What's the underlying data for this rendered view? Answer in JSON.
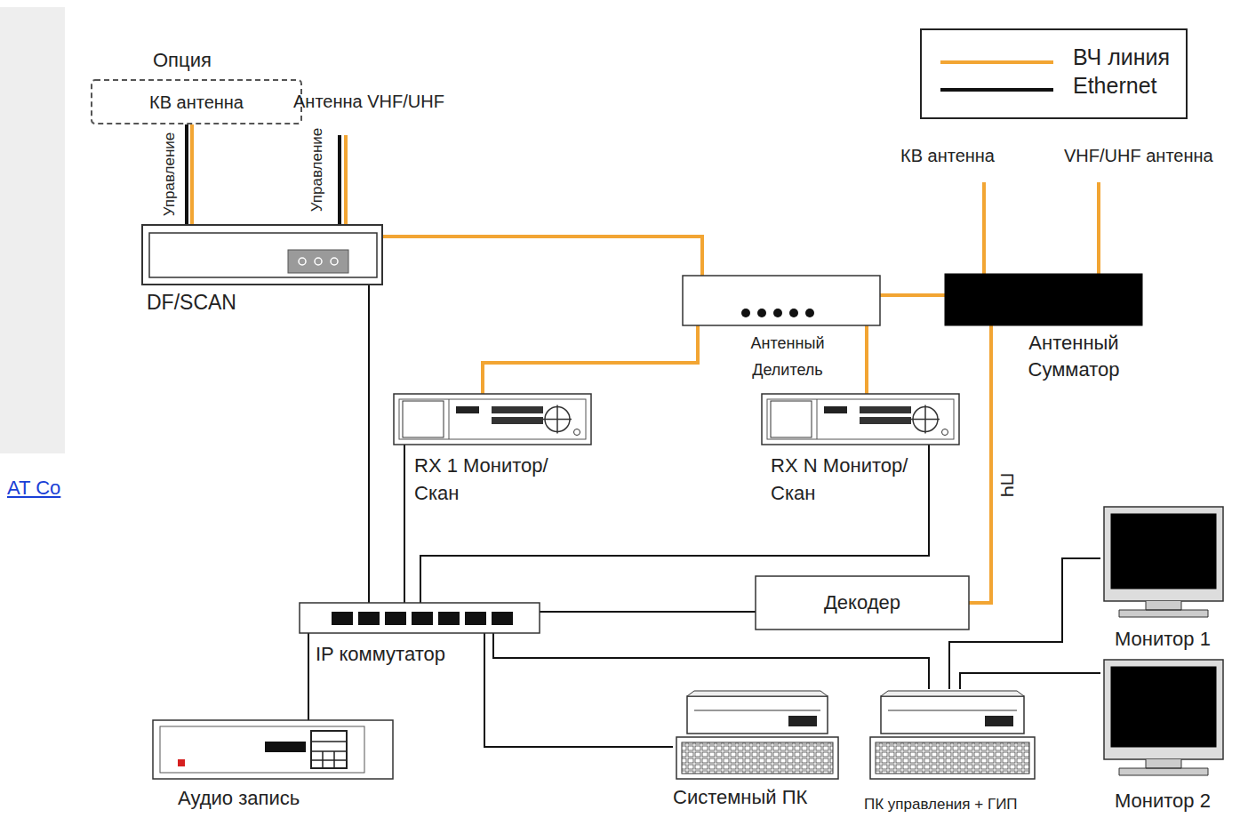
{
  "diagram": {
    "nodes": [
      {
        "text": [
          "Опция",
          "КВ антенна"
        ]
      },
      {
        "text": [
          "DF/SCAN"
        ]
      },
      {
        "text": [
          "Антенный Делитель"
        ]
      },
      {
        "text": [
          "Антенный Сумматор"
        ]
      },
      {
        "text": [
          "RX 1 Монитор/Скан"
        ]
      },
      {
        "text": [
          "RX N Монитор/Скан"
        ]
      },
      {
        "text": [
          "Декодер"
        ]
      },
      {
        "text": [
          "IP коммутатор"
        ]
      },
      {
        "text": [
          "Аудио запись"
        ]
      },
      {
        "text": [
          "Системный ПК"
        ]
      },
      {
        "text": [
          "ПК управления + ГИП"
        ]
      },
      {
        "text": [
          "Монитор 1"
        ]
      },
      {
        "text": [
          "Монитор 2"
        ]
      }
    ],
    "edges": [
      {
        "from": 0,
        "to": 1,
        "arrow": "none"
      },
      {
        "from": 1,
        "to": 2,
        "arrow": "none"
      },
      {
        "from": 2,
        "to": 3,
        "arrow": "none"
      },
      {
        "from": 2,
        "to": 4,
        "arrow": "none"
      },
      {
        "from": 2,
        "to": 5,
        "arrow": "none"
      },
      {
        "from": 3,
        "to": 6,
        "label": "ПЧ",
        "arrow": "none"
      },
      {
        "from": 1,
        "to": 7,
        "arrow": "none"
      },
      {
        "from": 4,
        "to": 7,
        "arrow": "none"
      },
      {
        "from": 5,
        "to": 7,
        "arrow": "none"
      },
      {
        "from": 6,
        "to": 7,
        "arrow": "none"
      },
      {
        "from": 7,
        "to": 8,
        "arrow": "none"
      },
      {
        "from": 7,
        "to": 9,
        "arrow": "none"
      },
      {
        "from": 7,
        "to": 10,
        "arrow": "none"
      },
      {
        "from": 10,
        "to": 11,
        "arrow": "none"
      },
      {
        "from": 10,
        "to": 12,
        "arrow": "none"
      }
    ],
    "labels": [
      "Управление",
      "Антенна VHF/UHF",
      "Управление",
      "КВ антенна",
      "VHF/UHF антенна",
      "AT Co"
    ],
    "legend": [
      {
        "text": "ВЧ линия"
      },
      {
        "text": "Ethernet"
      }
    ]
  }
}
